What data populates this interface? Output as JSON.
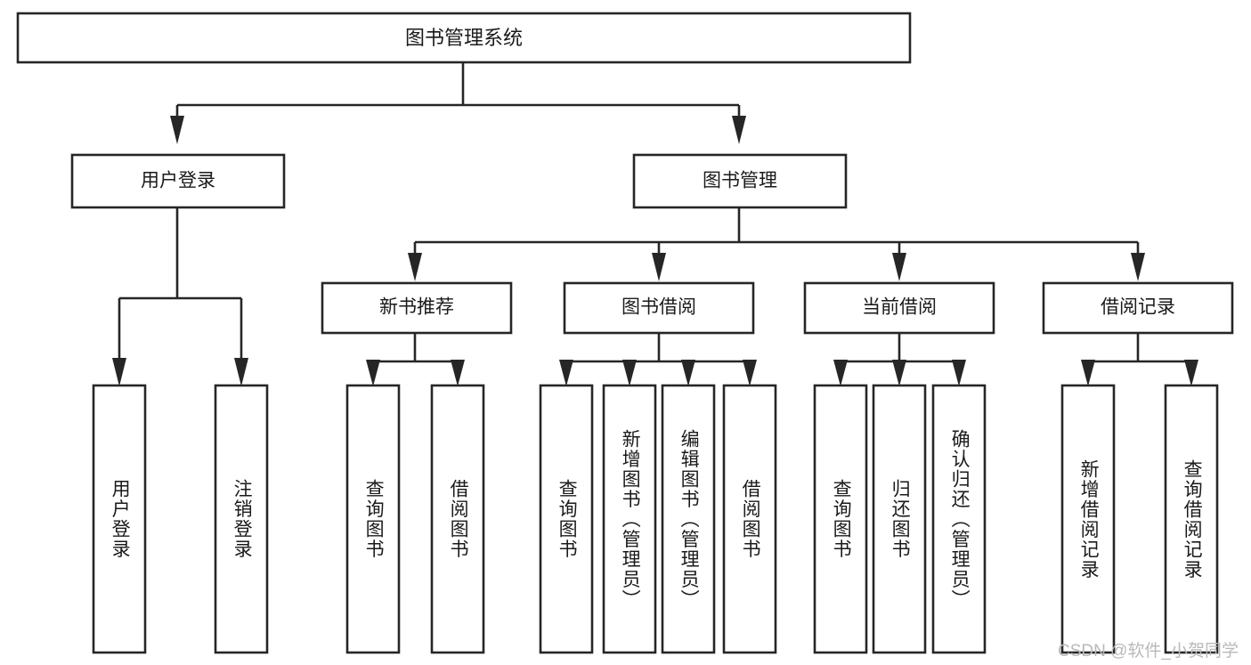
{
  "diagram": {
    "type": "tree-hierarchy",
    "title": "图书管理系统",
    "orientation": "top-down",
    "colors": {
      "box_fill": "#ffffff",
      "box_stroke": "#262626",
      "connector": "#262626",
      "text": "#1a1a1a",
      "watermark": "#b9b9b9",
      "background": "#ffffff"
    },
    "root": {
      "label": "图书管理系统"
    },
    "level2": [
      {
        "label": "用户登录"
      },
      {
        "label": "图书管理"
      }
    ],
    "level3": [
      {
        "label": "新书推荐"
      },
      {
        "label": "图书借阅"
      },
      {
        "label": "当前借阅"
      },
      {
        "label": "借阅记录"
      }
    ],
    "leaves": {
      "user_login": [
        {
          "label": "用户登录"
        },
        {
          "label": "注销登录"
        }
      ],
      "new_book_recommend": [
        {
          "label": "查询图书"
        },
        {
          "label": "借阅图书"
        }
      ],
      "book_borrow": [
        {
          "label": "查询图书"
        },
        {
          "label": "新增图书（管理员）"
        },
        {
          "label": "编辑图书（管理员）"
        },
        {
          "label": "借阅图书"
        }
      ],
      "current_borrow": [
        {
          "label": "查询图书"
        },
        {
          "label": "归还图书"
        },
        {
          "label": "确认归还（管理员）"
        }
      ],
      "borrow_record": [
        {
          "label": "新增借阅记录"
        },
        {
          "label": "查询借阅记录"
        }
      ]
    },
    "watermark": "CSDN @软件_小贺同学"
  }
}
